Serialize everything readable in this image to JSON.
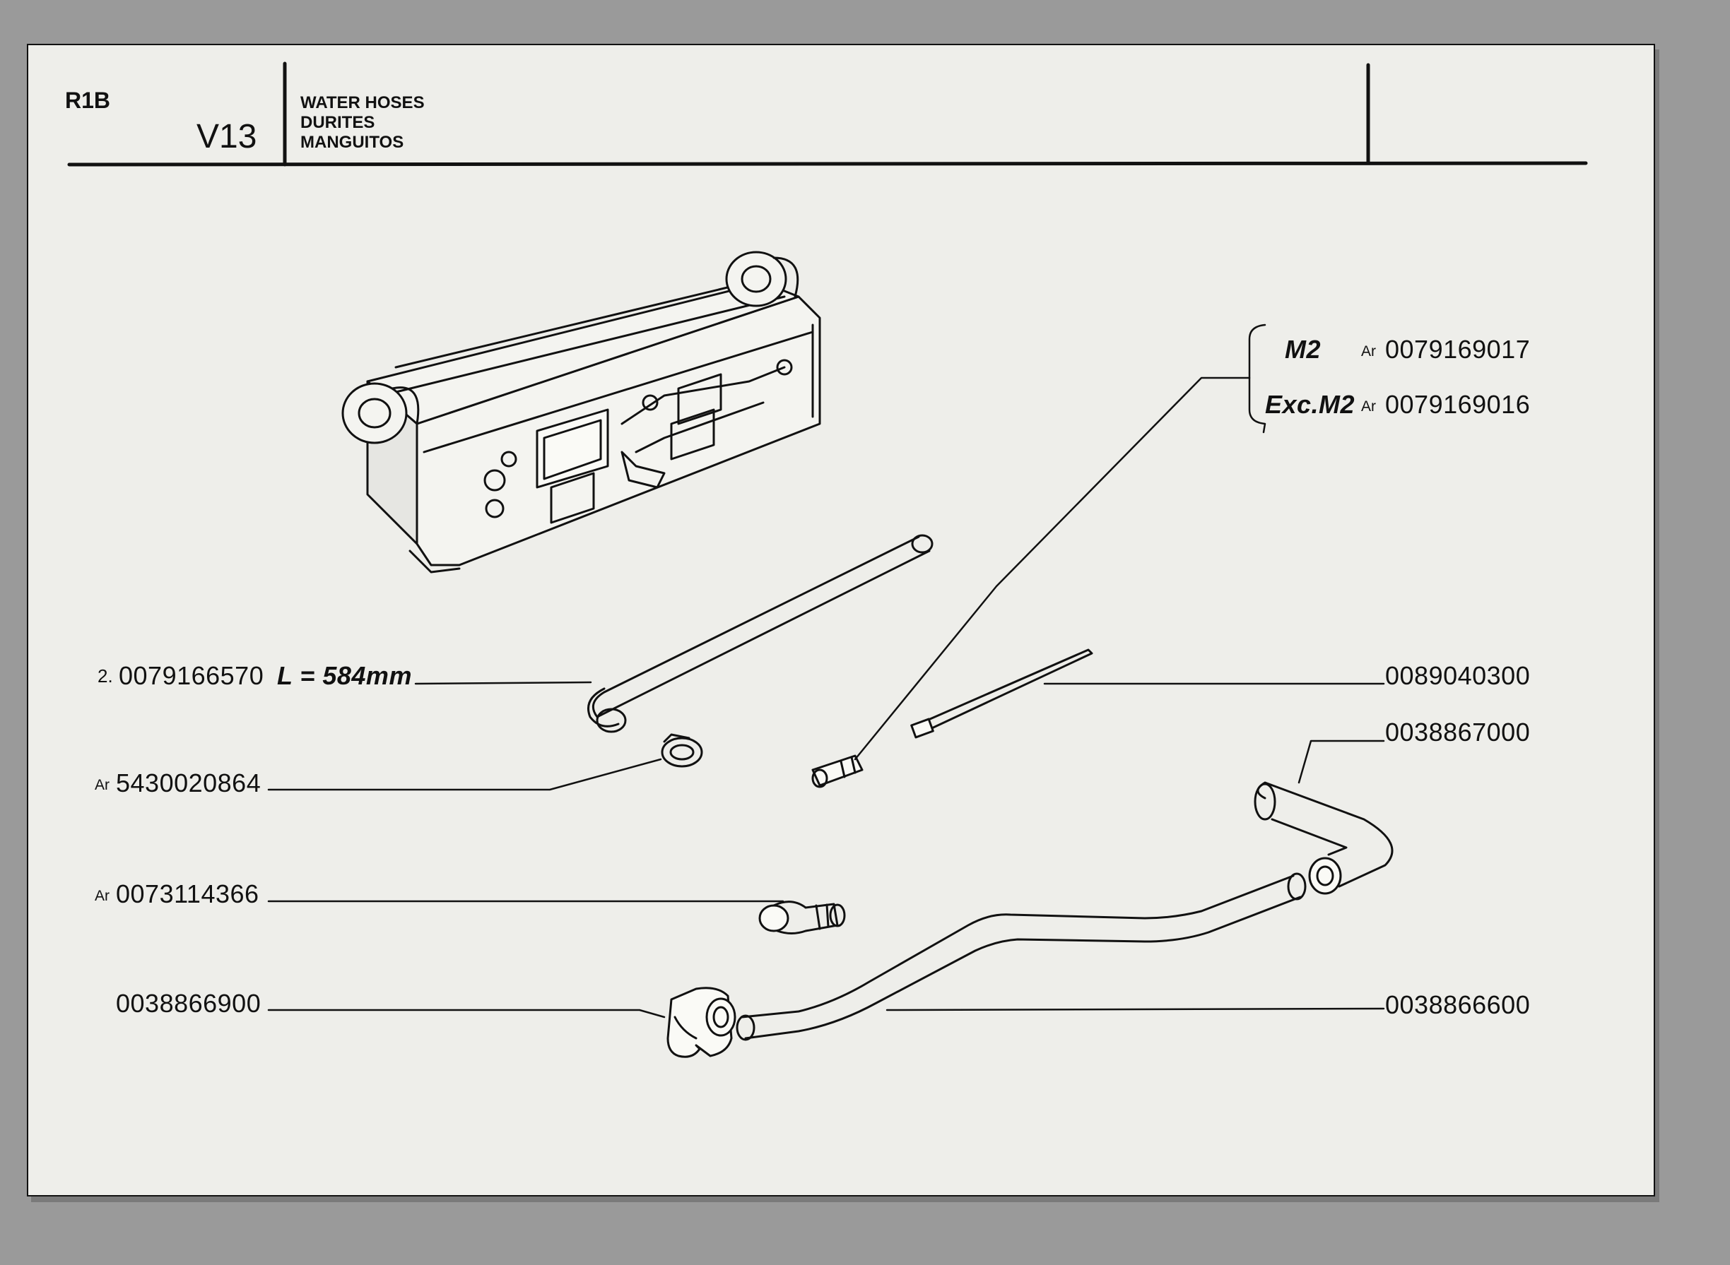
{
  "header": {
    "section": "R1B",
    "group": "V13",
    "titles": [
      "WATER HOSES",
      "DURITES",
      "MANGUITOS"
    ]
  },
  "variants": [
    {
      "cond": "M2",
      "prefix": "Ar",
      "part": "0079169017"
    },
    {
      "cond": "Exc.M2",
      "prefix": "Ar",
      "part": "0079169016"
    }
  ],
  "parts": {
    "hose_long": {
      "index": "2.",
      "part": "0079166570",
      "length": "L = 584mm"
    },
    "clamp": {
      "prefix": "Ar",
      "part": "5430020864"
    },
    "elbow_small": {
      "prefix": "Ar",
      "part": "0073114366"
    },
    "elbow_large": {
      "part": "0038866900"
    },
    "tie_strap": {
      "part": "0089040300"
    },
    "hose_bent": {
      "part": "0038867000"
    },
    "hose_main": {
      "part": "0038866600"
    }
  },
  "colors": {
    "ink": "#111111",
    "paper": "#eeeeea",
    "background": "#9a9a9a"
  },
  "icons": [
    "heater-core-illustration",
    "hose-illustration",
    "clamp-illustration",
    "connector-illustration",
    "tie-strap-illustration",
    "elbow-illustration"
  ]
}
